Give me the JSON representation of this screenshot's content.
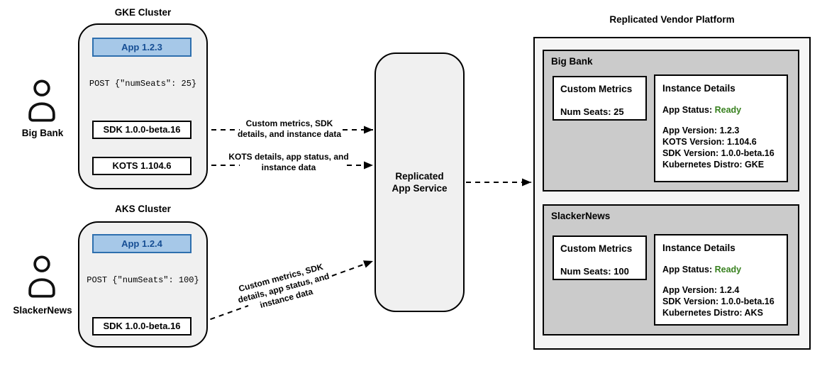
{
  "colors": {
    "app_fill": "#a6c8e8",
    "app_border": "#2e6fae",
    "app_text": "#164e94",
    "status_ready": "#38811f",
    "cluster_fill": "#f0f0f0",
    "panel_fill": "#f5f5f5",
    "section_fill": "#cbcbcb"
  },
  "actors": [
    {
      "label": "Big Bank"
    },
    {
      "label": "SlackerNews"
    }
  ],
  "clusters": [
    {
      "title": "GKE Cluster",
      "app_label": "App 1.2.3",
      "post_text": "POST {\"numSeats\": 25}",
      "boxes": [
        "SDK 1.0.0-beta.16",
        "KOTS 1.104.6"
      ]
    },
    {
      "title": "AKS Cluster",
      "app_label": "App 1.2.4",
      "post_text": "POST {\"numSeats\": 100}",
      "boxes": [
        "SDK 1.0.0-beta.16"
      ]
    }
  ],
  "arrows": [
    {
      "lines": [
        "Custom metrics, SDK",
        "details, and instance data"
      ]
    },
    {
      "lines": [
        "KOTS details, app status, and",
        "instance data"
      ]
    },
    {
      "lines": [
        "Custom metrics, SDK",
        "details, app status, and",
        "instance data"
      ]
    }
  ],
  "service": {
    "label": "Replicated App Service"
  },
  "platform": {
    "title": "Replicated Vendor Platform",
    "sections": [
      {
        "name": "Big Bank",
        "metrics": {
          "title": "Custom Metrics",
          "value": "Num Seats: 25"
        },
        "details": {
          "title": "Instance Details",
          "status_label": "App Status: ",
          "status_value": "Ready",
          "lines": [
            "App Version: 1.2.3",
            "KOTS Version: 1.104.6",
            "SDK Version: 1.0.0-beta.16",
            "Kubernetes Distro: GKE"
          ]
        }
      },
      {
        "name": "SlackerNews",
        "metrics": {
          "title": "Custom Metrics",
          "value": "Num Seats: 100"
        },
        "details": {
          "title": "Instance Details",
          "status_label": "App Status: ",
          "status_value": "Ready",
          "lines": [
            "App Version: 1.2.4",
            "SDK Version: 1.0.0-beta.16",
            "Kubernetes Distro: AKS"
          ]
        }
      }
    ]
  }
}
